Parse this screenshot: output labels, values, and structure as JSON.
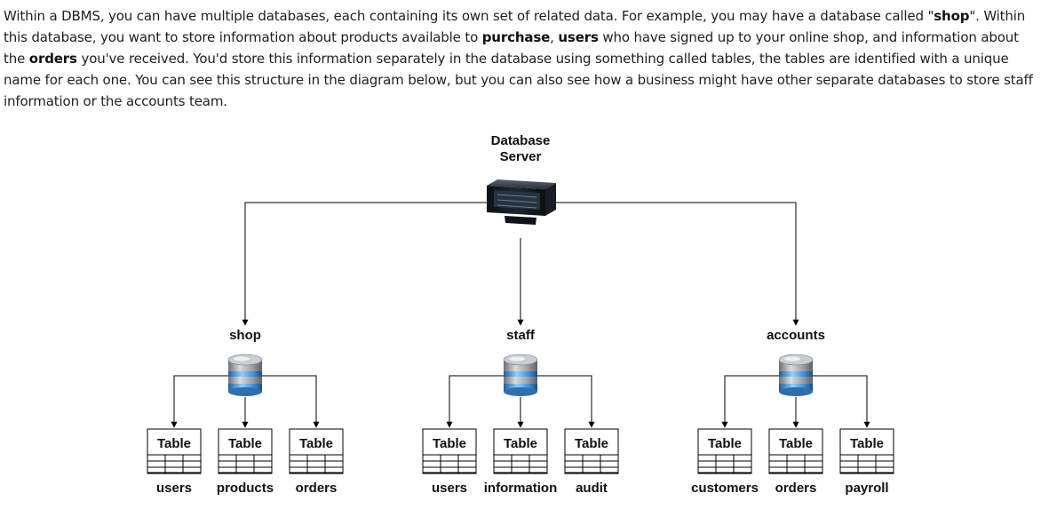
{
  "intro": {
    "s1": "Within a DBMS, you can have multiple databases, each containing its own set of related data. For example, you may have a database called \"",
    "b1": "shop",
    "s2": "\". Within this database, you want to store information about products available to ",
    "b2": "purchase",
    "s3": ", ",
    "b3": "users",
    "s4": " who have signed up to your online shop, and information about the ",
    "b4": "orders",
    "s5": " you've received. You'd store this information separately in the database using something called tables, the tables are identified with a unique name for each one. You can see this structure in the diagram below, but you can also see how a business might have other separate databases to store staff information or the accounts team."
  },
  "diagram": {
    "server": {
      "line1": "Database",
      "line2": "Server"
    },
    "table_label": "Table",
    "databases": [
      {
        "name": "shop",
        "tables": [
          "users",
          "products",
          "orders"
        ]
      },
      {
        "name": "staff",
        "tables": [
          "users",
          "information",
          "audit"
        ]
      },
      {
        "name": "accounts",
        "tables": [
          "customers",
          "orders",
          "payroll"
        ]
      }
    ]
  }
}
